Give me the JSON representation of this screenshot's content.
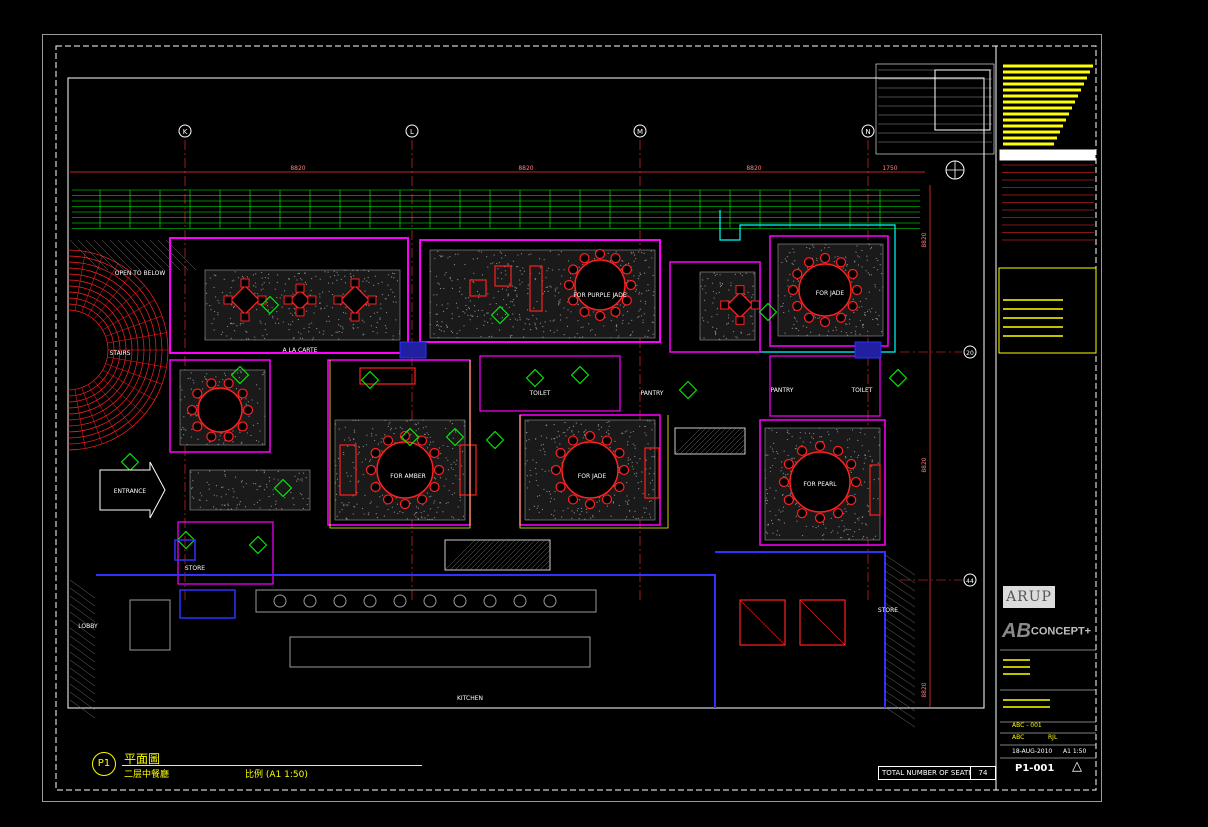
{
  "colors": {
    "background": "#000000",
    "frame": "#9a9a9a",
    "wall_red": "#ff2020",
    "wall_magenta": "#ff00ff",
    "green": "#00ff00",
    "cyan": "#00ffff",
    "blue": "#3030ff",
    "yellow": "#ffff00",
    "white": "#ffffff",
    "grey": "#8c8c8c"
  },
  "grid": {
    "columns": [
      "K",
      "L",
      "M",
      "N"
    ],
    "rows": [
      "20",
      "44"
    ],
    "dimensions": [
      "8820",
      "8820",
      "8820",
      "1750"
    ],
    "vertical_dims": [
      "8820",
      "8820",
      "8820"
    ]
  },
  "rooms": [
    {
      "id": "stairs",
      "label": "STAIRS"
    },
    {
      "id": "entrance",
      "label": "ENTRANCE"
    },
    {
      "id": "open_to_below",
      "label": "OPEN TO BELOW"
    },
    {
      "id": "a_la_carte",
      "label": "A LA CARTE"
    },
    {
      "id": "private_1",
      "label": "FOR PURPLE JADE"
    },
    {
      "id": "private_2",
      "label": "FOR JADE"
    },
    {
      "id": "private_3",
      "label": "FOR AMBER"
    },
    {
      "id": "private_4",
      "label": "FOR JADE"
    },
    {
      "id": "private_5",
      "label": "FOR PEARL"
    },
    {
      "id": "toilet_1",
      "label": "TOILET"
    },
    {
      "id": "toilet_2",
      "label": "TOILET"
    },
    {
      "id": "pantry_1",
      "label": "PANTRY"
    },
    {
      "id": "pantry_2",
      "label": "PANTRY"
    },
    {
      "id": "kitchen",
      "label": "KITCHEN"
    },
    {
      "id": "lobby",
      "label": "LOBBY"
    },
    {
      "id": "store",
      "label": "STORE"
    },
    {
      "id": "store_2",
      "label": "STORE"
    }
  ],
  "sheet": {
    "title_cn": "平面圖",
    "subtitle_cn": "二层中餐廳",
    "scale_label": "比例 (A1 1:50)",
    "view_id": "P1",
    "seating_label": "TOTAL NUMBER OF SEATING :",
    "seating_value": "74",
    "sheet_number": "P1-001",
    "revision_symbol": "△",
    "brand_1": "ARUP",
    "brand_2": "CONCEPT",
    "brand_2_prefix": "AB",
    "project_code": "ABC - 001",
    "date": "18-AUG-2010",
    "scale_short": "A1 1:50",
    "drawn": "ABC",
    "checked": "RJL"
  }
}
